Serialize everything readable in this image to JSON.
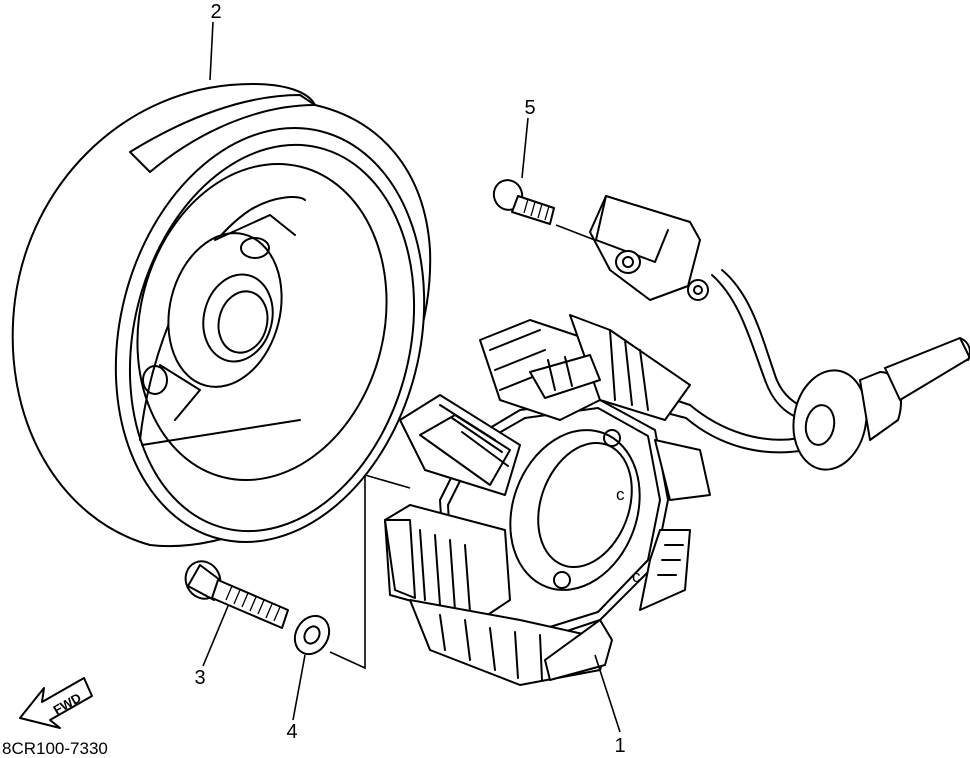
{
  "diagram": {
    "part_number": "8CR100-7330",
    "direction_label": "FWD",
    "callouts": [
      {
        "id": "1",
        "label": "1"
      },
      {
        "id": "2",
        "label": "2"
      },
      {
        "id": "3",
        "label": "3"
      },
      {
        "id": "4",
        "label": "4"
      },
      {
        "id": "5",
        "label": "5"
      }
    ]
  }
}
